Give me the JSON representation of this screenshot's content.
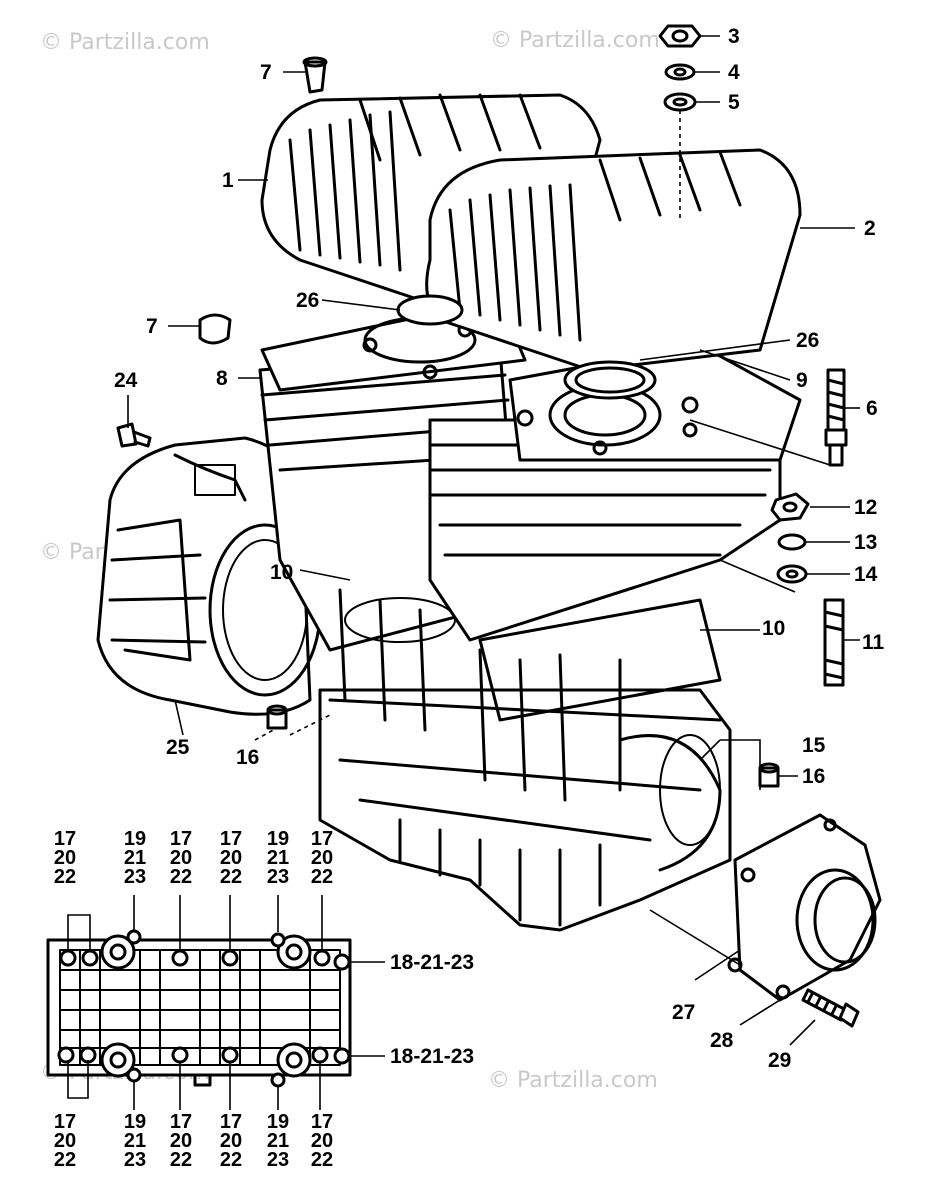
{
  "watermark": "© Partzilla.com",
  "callouts": {
    "c1": "1",
    "c2": "2",
    "c3": "3",
    "c4": "4",
    "c5": "5",
    "c6": "6",
    "c7a": "7",
    "c7b": "7",
    "c8": "8",
    "c9": "9",
    "c10a": "10",
    "c10b": "10",
    "c11": "11",
    "c12": "12",
    "c13": "13",
    "c14": "14",
    "c15": "15",
    "c16a": "16",
    "c16b": "16",
    "c18a": "18-21-23",
    "c18b": "18-21-23",
    "c24": "24",
    "c25": "25",
    "c26a": "26",
    "c26b": "26",
    "c27": "27",
    "c28": "28",
    "c29": "29"
  },
  "stack_a": [
    "17",
    "20",
    "22"
  ],
  "stack_b": [
    "19",
    "21",
    "23"
  ]
}
